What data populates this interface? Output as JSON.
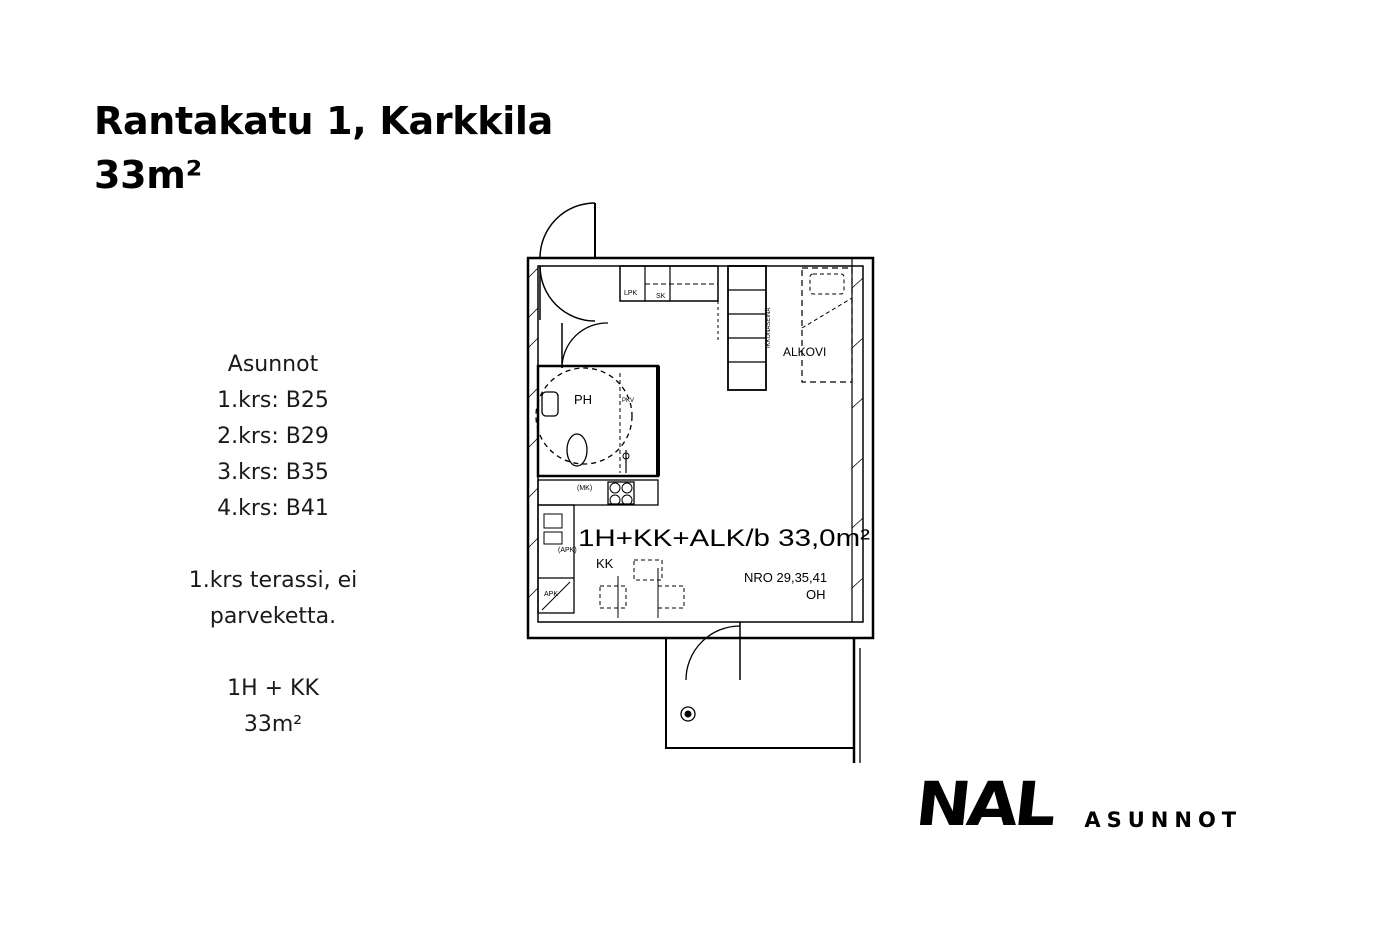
{
  "header": {
    "address": "Rantakatu 1, Karkkila",
    "area": "33m²"
  },
  "info": {
    "heading": "Asunnot",
    "floors": [
      "1.krs: B25",
      "2.krs: B29",
      "3.krs: B35",
      "4.krs: B41"
    ],
    "terrace_line1": "1.krs terassi, ei",
    "terrace_line2": "parveketta.",
    "type": "1H + KK",
    "area": "33m²"
  },
  "floorplan": {
    "apartment_type": "1H+KK+ALK/b 33,0m²",
    "apartment_numbers": "NRO 29,35,41",
    "ceiling": "OH",
    "room_bathroom": "PH",
    "room_kitchenette": "KK",
    "room_alcove": "ALKOVI",
    "label_lpk": "LPK",
    "label_sk": "SK",
    "label_mk": "(MK)",
    "label_apk": "(APK)",
    "label_apk2": "APK",
    "label_ikkunaseinä": "IKKUNASEINÄ",
    "label_pkv": "PKV"
  },
  "brand": {
    "logo": "NAL",
    "name": "ASUNNOT"
  }
}
